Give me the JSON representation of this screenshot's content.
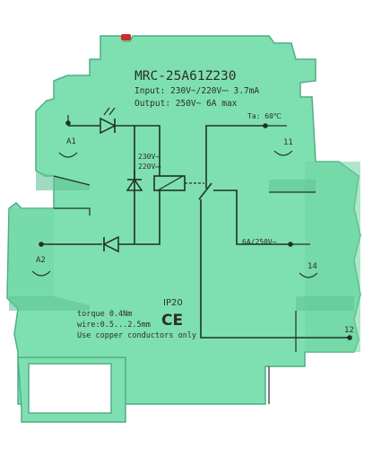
{
  "product": {
    "model": "MRC-25A61Z230",
    "input_spec": "Input: 230V~/220V⎓  3.7mA",
    "output_spec": "Output: 250V~  6A  max",
    "temperature": "Ta: 60℃",
    "coil_voltage_ac": "230V~",
    "coil_voltage_dc": "220V⎓",
    "contact_rating": "6A/250V~",
    "protection": "IP20",
    "ce_mark": "CE",
    "torque": "torque 0.4Nm",
    "wire": "wire:0.5...2.5mm",
    "note": "Use copper conductors only"
  },
  "terminals": {
    "a1": "A1",
    "a2": "A2",
    "t11": "11",
    "t14": "14",
    "t12": "12"
  },
  "colors": {
    "housing": "#7ee0b0",
    "housing_edge": "#4fae86",
    "print": "#20302a",
    "led": "#d22a2a",
    "shadow": "#5fc395"
  }
}
